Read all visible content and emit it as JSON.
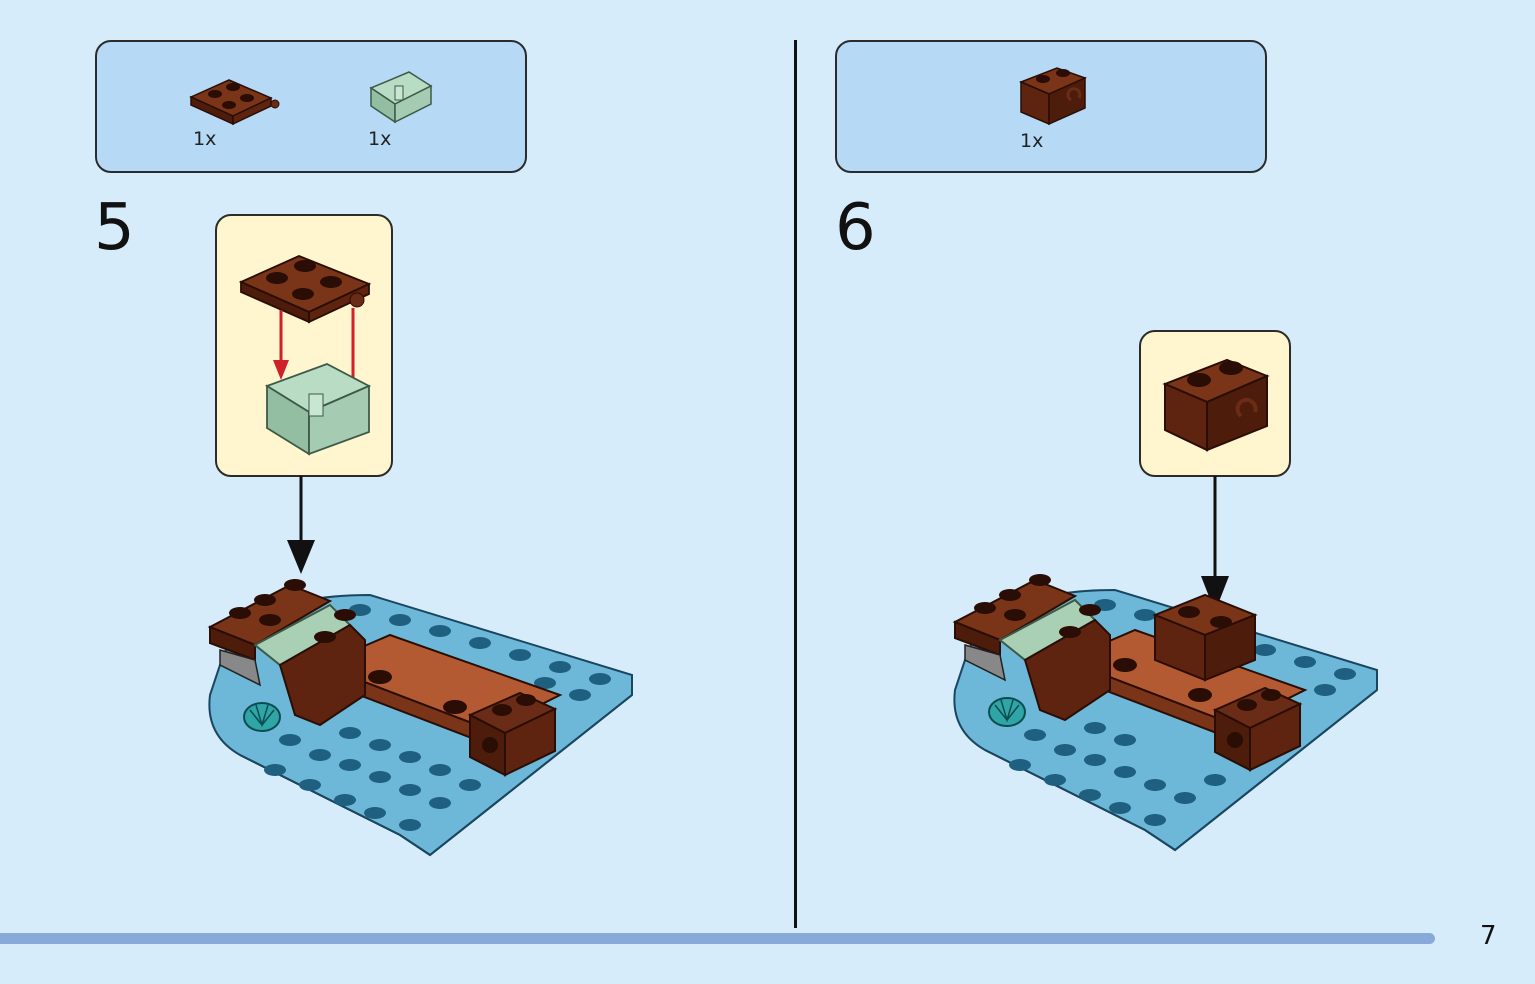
{
  "colors": {
    "background": "#d7ecfb",
    "parts_box": "#b6d9f5",
    "callout": "#fff6cf",
    "reddish_brown": "#6a2c16",
    "sand_green": "#a9cfb4",
    "medium_azure": "#6db8d8",
    "arrow_red": "#d0202a",
    "progress": "#88aad8"
  },
  "steps": [
    {
      "number": "5",
      "parts": [
        {
          "icon": "brown-2x2-plate-with-pin-icon",
          "qty": "1x"
        },
        {
          "icon": "sand-green-hinge-plate-icon",
          "qty": "1x"
        }
      ]
    },
    {
      "number": "6",
      "parts": [
        {
          "icon": "brown-1x2-brick-with-clip-icon",
          "qty": "1x"
        }
      ]
    }
  ],
  "page": {
    "number": "7"
  }
}
